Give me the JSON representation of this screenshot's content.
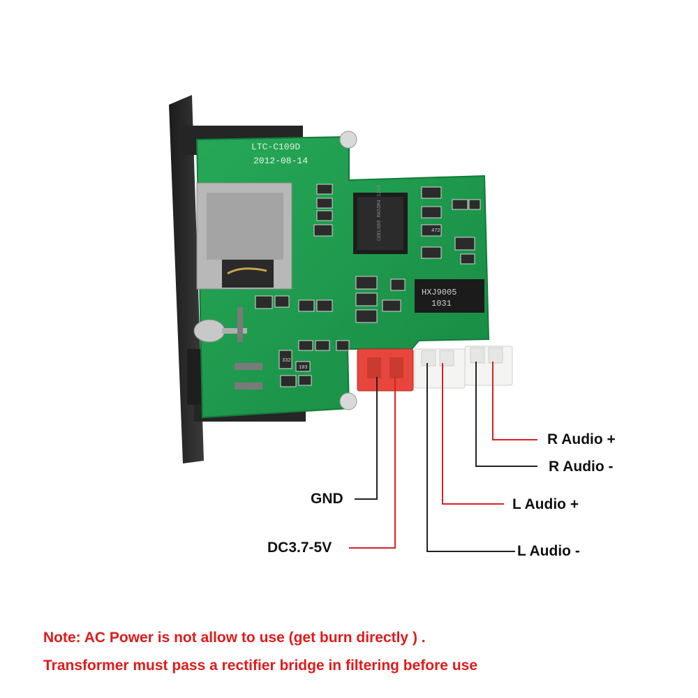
{
  "board": {
    "pcb_date": "2012-08-14",
    "pcb_model": "LTC-C109D",
    "main_chip": "CEEL080 MA55M4 1219",
    "amp_chip_line1": "HXJ9005",
    "amp_chip_line2": "1031",
    "resistors": [
      "332",
      "103"
    ],
    "resistor_small": "472",
    "colors": {
      "pcb": "#1f9a4e",
      "bezel": "#2a2a2a",
      "connector_red": "#e8463c",
      "connector_white": "#f4f4f2"
    }
  },
  "labels": {
    "r_audio_plus": "R Audio +",
    "r_audio_minus": "R Audio -",
    "l_audio_plus": "L Audio +",
    "l_audio_minus": "L Audio -",
    "gnd": "GND",
    "dc": "DC3.7-5V"
  },
  "notes": {
    "line1": "Note: AC Power is not allow to use (get burn directly ) .",
    "line2": "Transformer must pass a rectifier bridge in filtering before use"
  },
  "colors": {
    "text": "#111111",
    "note": "#e01b1b",
    "red_wire": "#d62020",
    "black_wire": "#222222"
  }
}
